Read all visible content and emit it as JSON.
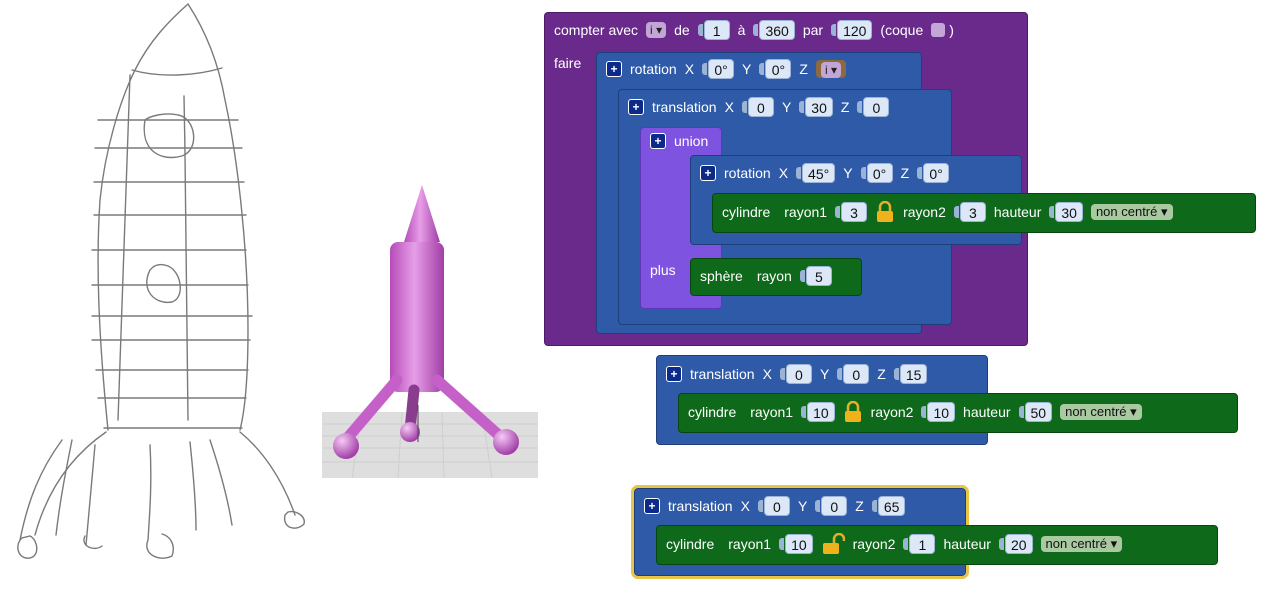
{
  "loop": {
    "label_count": "compter avec",
    "var": "i",
    "label_from": "de",
    "from": "1",
    "label_to": "à",
    "to": "360",
    "label_by": "par",
    "by": "120",
    "label_hull_open": "(coque",
    "label_hull_close": ")",
    "label_do": "faire"
  },
  "rotation1": {
    "label": "rotation",
    "x_label": "X",
    "x": "0°",
    "y_label": "Y",
    "y": "0°",
    "z_label": "Z",
    "z_var": "i"
  },
  "translation1": {
    "label": "translation",
    "x_label": "X",
    "x": "0",
    "y_label": "Y",
    "y": "30",
    "z_label": "Z",
    "z": "0"
  },
  "union": {
    "label": "union",
    "plus_label": "plus"
  },
  "rotation2": {
    "label": "rotation",
    "x_label": "X",
    "x": "45°",
    "y_label": "Y",
    "y": "0°",
    "z_label": "Z",
    "z": "0°"
  },
  "cylinder1": {
    "label": "cylindre",
    "r1_label": "rayon1",
    "r1": "3",
    "r2_label": "rayon2",
    "r2": "3",
    "h_label": "hauteur",
    "h": "30",
    "mode": "non centré"
  },
  "sphere": {
    "label": "sphère",
    "r_label": "rayon",
    "r": "5"
  },
  "translation2": {
    "label": "translation",
    "x_label": "X",
    "x": "0",
    "y_label": "Y",
    "y": "0",
    "z_label": "Z",
    "z": "15"
  },
  "cylinder2": {
    "label": "cylindre",
    "r1_label": "rayon1",
    "r1": "10",
    "r2_label": "rayon2",
    "r2": "10",
    "h_label": "hauteur",
    "h": "50",
    "mode": "non centré"
  },
  "translation3": {
    "label": "translation",
    "x_label": "X",
    "x": "0",
    "y_label": "Y",
    "y": "0",
    "z_label": "Z",
    "z": "65"
  },
  "cylinder3": {
    "label": "cylindre",
    "r1_label": "rayon1",
    "r1": "10",
    "r2_label": "rayon2",
    "r2": "1",
    "h_label": "hauteur",
    "h": "20",
    "mode": "non centré"
  },
  "colors": {
    "loop": "#6a2a8c",
    "transform": "#2e5aa8",
    "union": "#7e53df",
    "shape": "#0e6a1a",
    "selection": "#e8c447",
    "model": "#d77ad8"
  },
  "icons": {
    "add": "plus-icon",
    "locked": "lock-closed-icon",
    "unlocked": "lock-open-icon",
    "dropdown": "chevron-down-icon"
  }
}
